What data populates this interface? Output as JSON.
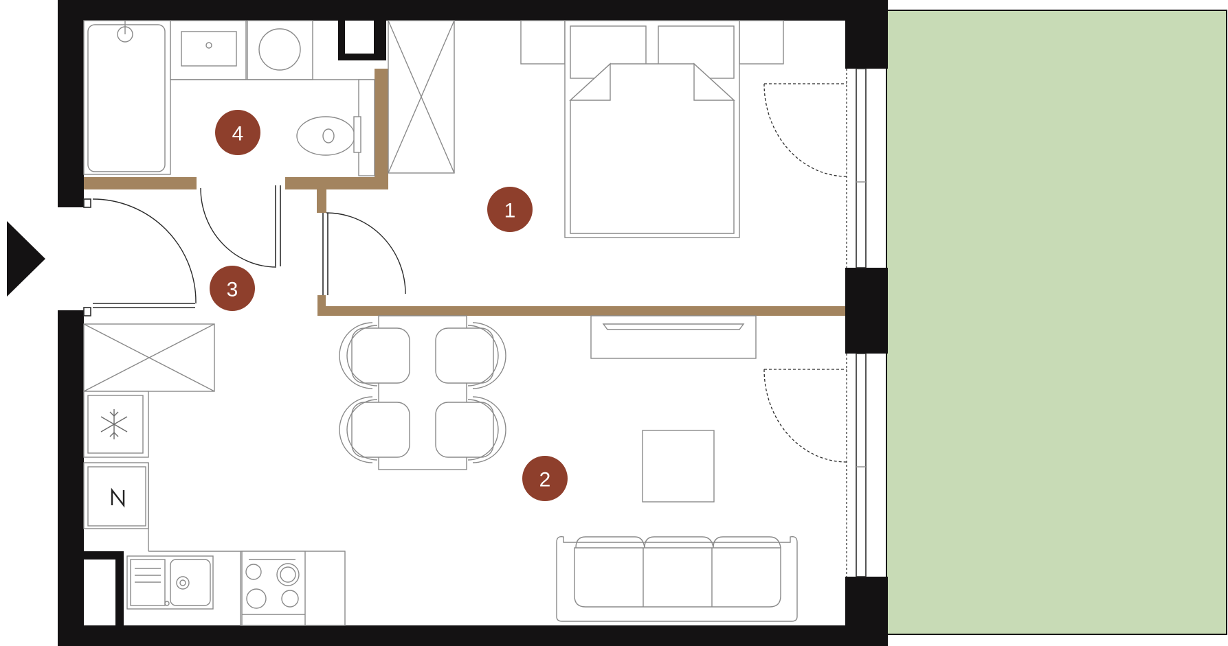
{
  "colors": {
    "wall": "#141213",
    "partition": "#a3845f",
    "terrace": "#c8dbb6",
    "room_badge": "#8e3f2c",
    "furniture_stroke": "#8a8a8a"
  },
  "rooms": [
    {
      "id": "room-1",
      "label": "1"
    },
    {
      "id": "room-2",
      "label": "2"
    },
    {
      "id": "room-3",
      "label": "3"
    },
    {
      "id": "room-4",
      "label": "4"
    }
  ],
  "icons": {
    "entry": "entry-arrow-icon",
    "freezer": "snowflake-icon",
    "induction": "induction-hob-icon"
  }
}
